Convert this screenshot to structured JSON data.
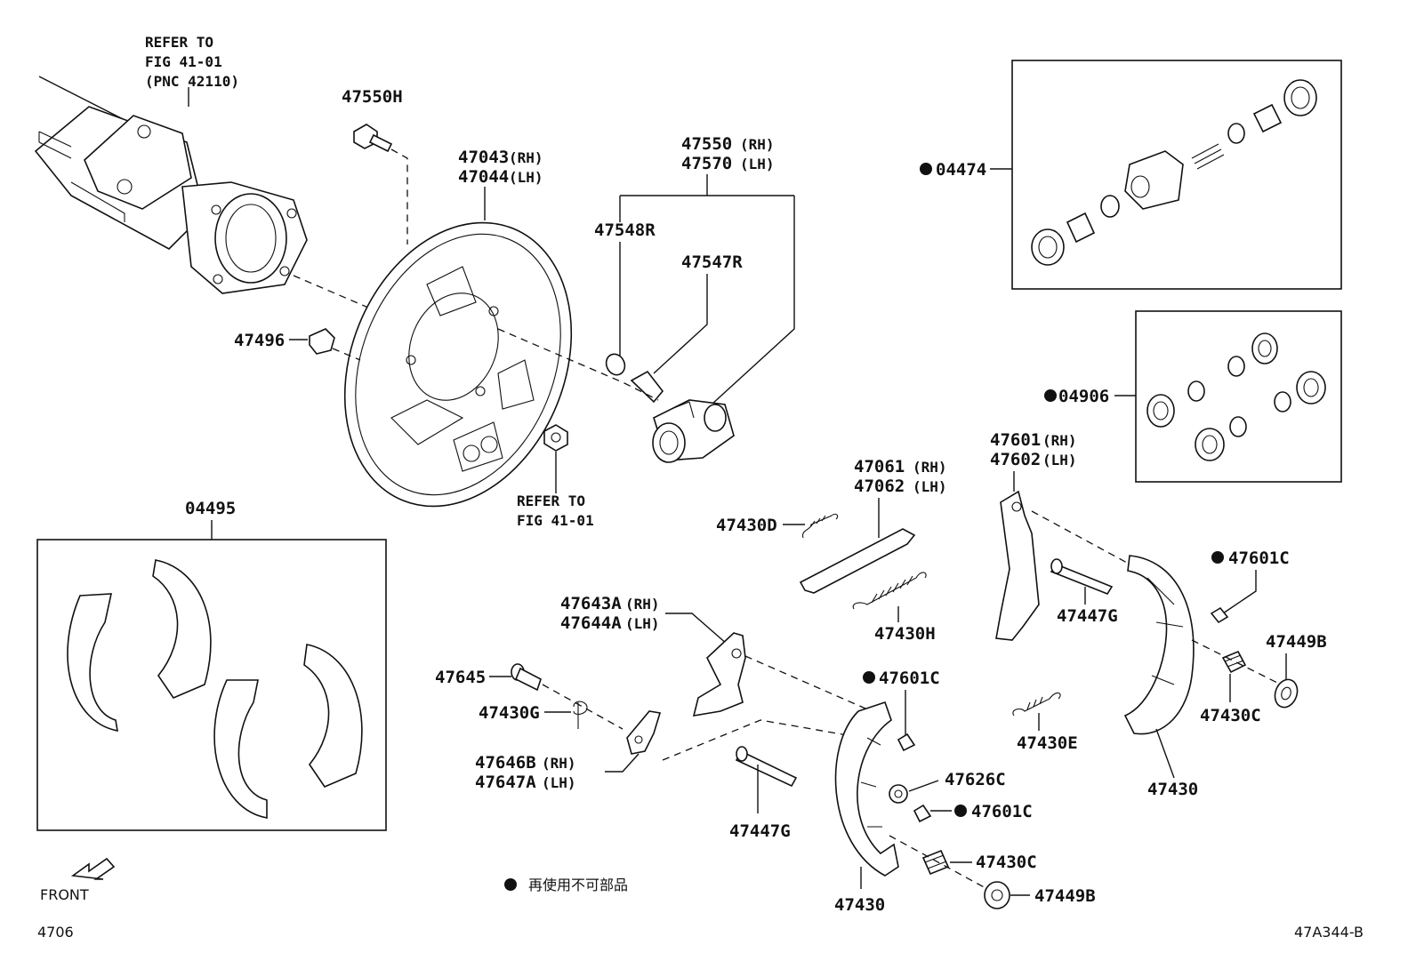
{
  "labels": {
    "refer_axle_1": "REFER TO",
    "refer_axle_2": "FIG 41-01",
    "refer_axle_3": "(PNC 42110)",
    "p47550H": "47550H",
    "p47043": "47043",
    "p47044": "47044",
    "rh": "(RH)",
    "lh": "(LH)",
    "p47550": "47550",
    "p47570": "47570",
    "p47548R": "47548R",
    "p47547R": "47547R",
    "p47496": "47496",
    "refer_nut_1": "REFER TO",
    "refer_nut_2": "FIG 41-01",
    "p04474": "04474",
    "p04906": "04906",
    "p04495": "04495",
    "p47601": "47601",
    "p47602": "47602",
    "p47061": "47061",
    "p47062": "47062",
    "p47430D": "47430D",
    "p47430H": "47430H",
    "p47601C_a": "47601C",
    "p47447G_a": "47447G",
    "p47449B_a": "47449B",
    "p47643A": "47643A",
    "p47644A": "47644A",
    "p47645": "47645",
    "p47430G": "47430G",
    "p47646B": "47646B",
    "p47647A": "47647A",
    "p47601C_b": "47601C",
    "p47430E": "47430E",
    "p47430C_a": "47430C",
    "p47430_a": "47430",
    "p47626C": "47626C",
    "p47601C_c": "47601C",
    "p47447G_b": "47447G",
    "p47430C_b": "47430C",
    "p47430_b": "47430",
    "p47449B_b": "47449B",
    "legend_text": "再使用不可部品",
    "front": "FRONT",
    "page_code": "4706",
    "diagram_code": "47A344-B"
  }
}
